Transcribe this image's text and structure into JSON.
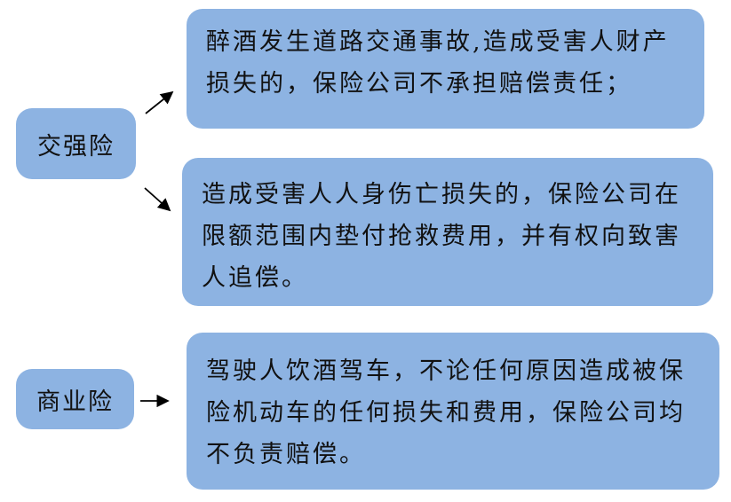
{
  "nodes": {
    "jiaoqiang": "交强险",
    "shangye": "商业险"
  },
  "rules": [
    {
      "text": "醉酒发生道路交通事故,造成受害人财产损失的，保险公司不承担赔偿责任；"
    },
    {
      "text": "造成受害人人身伤亡损失的，保险公司在限额范围内垫付抢救费用，并有权向致害人追偿。"
    },
    {
      "text": "驾驶人饮酒驾车，不论任何原因造成被保险机动车的任何损失和费用，保险公司均不负责赔偿。"
    }
  ],
  "colors": {
    "box": "#8DB3E2",
    "arrow": "#000000"
  }
}
